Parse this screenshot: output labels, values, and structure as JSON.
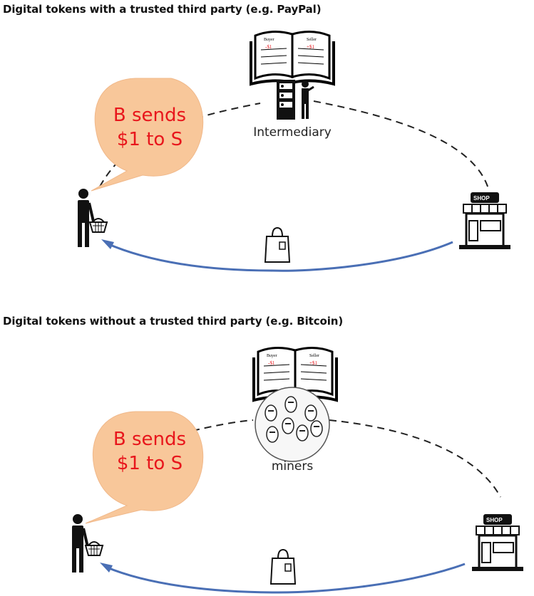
{
  "panels": [
    {
      "title": "Digital tokens with a trusted third party (e.g. PayPal)",
      "bubble": {
        "line1": "B sends",
        "line2": "$1 to S"
      },
      "ledger": {
        "buyer": "Buyer",
        "seller": "Seller",
        "debit": "-$1",
        "credit": "+$1"
      },
      "intermediary_label": "Intermediary",
      "shop_sign": "SHOP"
    },
    {
      "title": "Digital tokens without a trusted third party (e.g. Bitcoin)",
      "bubble": {
        "line1": "B sends",
        "line2": "$1 to S"
      },
      "ledger": {
        "buyer": "Buyer",
        "seller": "Seller",
        "debit": "-$1",
        "credit": "+$1"
      },
      "intermediary_label": "miners",
      "shop_sign": "SHOP"
    }
  ],
  "colors": {
    "bubble_fill": "#f8c79a",
    "bubble_text": "#e8161c",
    "arrow": "#4a6fb5",
    "dashed_line": "#222222"
  }
}
